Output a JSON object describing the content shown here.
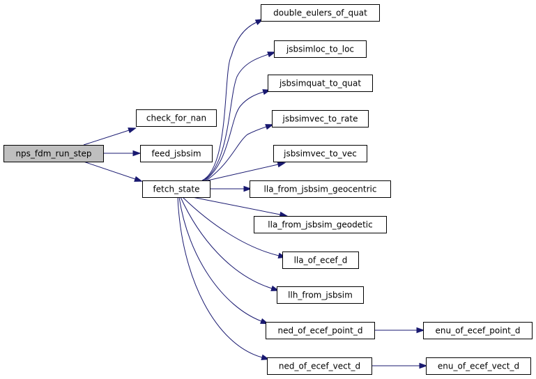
{
  "graph": {
    "root": "nps_fdm_run_step",
    "nodes": [
      {
        "id": "nps_fdm_run_step",
        "label": "nps_fdm_run_step"
      },
      {
        "id": "check_for_nan",
        "label": "check_for_nan"
      },
      {
        "id": "feed_jsbsim",
        "label": "feed_jsbsim"
      },
      {
        "id": "fetch_state",
        "label": "fetch_state"
      },
      {
        "id": "double_eulers_of_quat",
        "label": "double_eulers_of_quat"
      },
      {
        "id": "jsbsimloc_to_loc",
        "label": "jsbsimloc_to_loc"
      },
      {
        "id": "jsbsimquat_to_quat",
        "label": "jsbsimquat_to_quat"
      },
      {
        "id": "jsbsimvec_to_rate",
        "label": "jsbsimvec_to_rate"
      },
      {
        "id": "jsbsimvec_to_vec",
        "label": "jsbsimvec_to_vec"
      },
      {
        "id": "lla_from_jsbsim_geocentric",
        "label": "lla_from_jsbsim_geocentric"
      },
      {
        "id": "lla_from_jsbsim_geodetic",
        "label": "lla_from_jsbsim_geodetic"
      },
      {
        "id": "lla_of_ecef_d",
        "label": "lla_of_ecef_d"
      },
      {
        "id": "llh_from_jsbsim",
        "label": "llh_from_jsbsim"
      },
      {
        "id": "ned_of_ecef_point_d",
        "label": "ned_of_ecef_point_d"
      },
      {
        "id": "enu_of_ecef_point_d",
        "label": "enu_of_ecef_point_d"
      },
      {
        "id": "ned_of_ecef_vect_d",
        "label": "ned_of_ecef_vect_d"
      },
      {
        "id": "enu_of_ecef_vect_d",
        "label": "enu_of_ecef_vect_d"
      }
    ],
    "edges": [
      {
        "from": "nps_fdm_run_step",
        "to": "check_for_nan"
      },
      {
        "from": "nps_fdm_run_step",
        "to": "feed_jsbsim"
      },
      {
        "from": "nps_fdm_run_step",
        "to": "fetch_state"
      },
      {
        "from": "fetch_state",
        "to": "double_eulers_of_quat"
      },
      {
        "from": "fetch_state",
        "to": "jsbsimloc_to_loc"
      },
      {
        "from": "fetch_state",
        "to": "jsbsimquat_to_quat"
      },
      {
        "from": "fetch_state",
        "to": "jsbsimvec_to_rate"
      },
      {
        "from": "fetch_state",
        "to": "jsbsimvec_to_vec"
      },
      {
        "from": "fetch_state",
        "to": "lla_from_jsbsim_geocentric"
      },
      {
        "from": "fetch_state",
        "to": "lla_from_jsbsim_geodetic"
      },
      {
        "from": "fetch_state",
        "to": "lla_of_ecef_d"
      },
      {
        "from": "fetch_state",
        "to": "llh_from_jsbsim"
      },
      {
        "from": "fetch_state",
        "to": "ned_of_ecef_point_d"
      },
      {
        "from": "fetch_state",
        "to": "ned_of_ecef_vect_d"
      },
      {
        "from": "ned_of_ecef_point_d",
        "to": "enu_of_ecef_point_d"
      },
      {
        "from": "ned_of_ecef_vect_d",
        "to": "enu_of_ecef_vect_d"
      }
    ],
    "colors": {
      "edge": "#191970",
      "root_fill": "#bfbfbf",
      "node_fill": "#ffffff",
      "border": "#000000"
    }
  }
}
